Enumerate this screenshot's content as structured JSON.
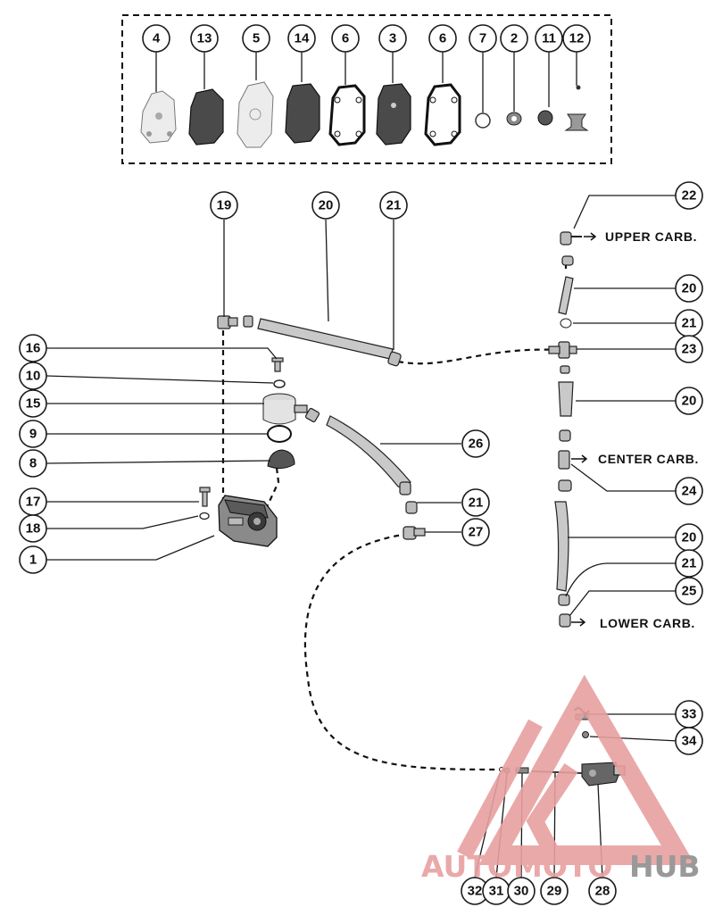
{
  "kit_callouts": [
    "4",
    "13",
    "5",
    "14",
    "6",
    "3",
    "6",
    "7",
    "2",
    "11",
    "12"
  ],
  "callouts": {
    "c19": "19",
    "c20a": "20",
    "c21a": "21",
    "c22": "22",
    "c20b": "20",
    "c21b": "21",
    "c23": "23",
    "c20c": "20",
    "c16": "16",
    "c10": "10",
    "c15": "15",
    "c9": "9",
    "c8": "8",
    "c26": "26",
    "c24": "24",
    "c17": "17",
    "c18": "18",
    "c1": "1",
    "c21c": "21",
    "c27": "27",
    "c20d": "20",
    "c21d": "21",
    "c25": "25",
    "c33": "33",
    "c34": "34",
    "c32": "32",
    "c31": "31",
    "c30": "30",
    "c29": "29",
    "c28": "28"
  },
  "labels": {
    "upper_carb": "UPPER CARB.",
    "center_carb": "CENTER CARB.",
    "lower_carb": "LOWER CARB."
  },
  "watermark": {
    "part1": "AUTO",
    "part2": "MOTO",
    "part3": "HUB",
    "color_main": "#e8a0a0",
    "color_hub": "#8f8f8f"
  }
}
